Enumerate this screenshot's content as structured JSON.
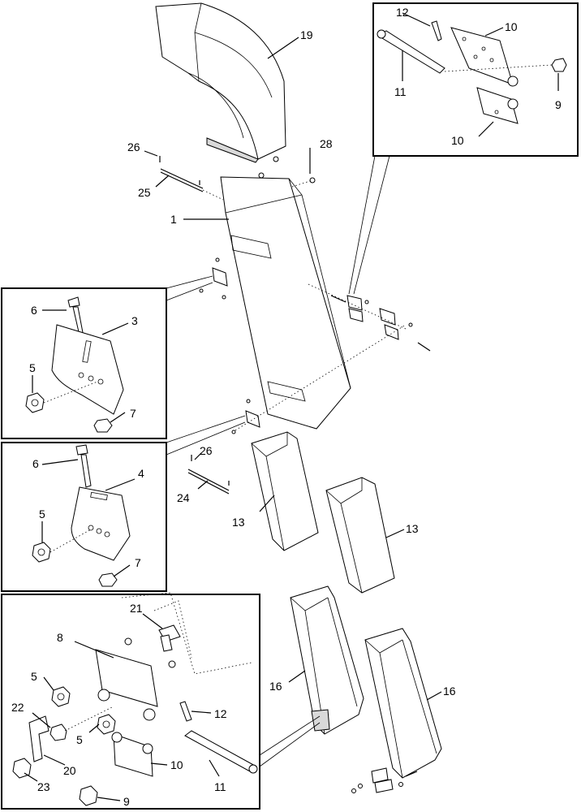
{
  "labels": {
    "p1": "1",
    "p3": "3",
    "p4": "4",
    "p5": "5",
    "p6": "6",
    "p7": "7",
    "p8": "8",
    "p9": "9",
    "p10": "10",
    "p11": "11",
    "p12": "12",
    "p13": "13",
    "p16": "16",
    "p19": "19",
    "p20": "20",
    "p21": "21",
    "p22": "22",
    "p23": "23",
    "p24": "24",
    "p25": "25",
    "p26": "26",
    "p28": "28"
  }
}
